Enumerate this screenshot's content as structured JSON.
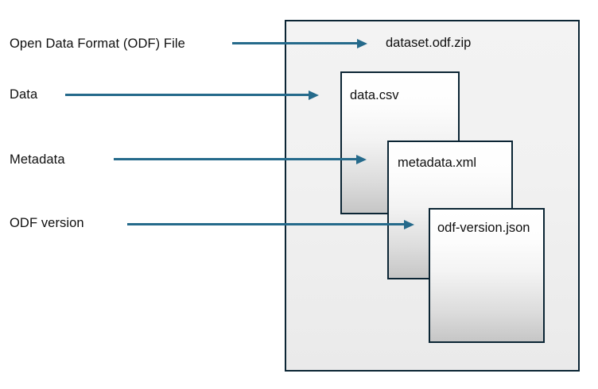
{
  "diagram": {
    "title_text": "Open Data Format (ODF) File",
    "background_color": "#ffffff",
    "arrow_color": "#256A8B",
    "box_border_color": "#0B2534",
    "label_color": "#101010",
    "side_labels": [
      {
        "id": "odf-file",
        "text": "Open Data Format (ODF) File"
      },
      {
        "id": "data",
        "text": "Data"
      },
      {
        "id": "metadata",
        "text": "Metadata"
      },
      {
        "id": "odf-version",
        "text": "ODF version"
      }
    ],
    "container": {
      "label": "dataset.odf.zip"
    },
    "files": [
      {
        "id": "data-csv",
        "label": "data.csv"
      },
      {
        "id": "metadata-xml",
        "label": "metadata.xml"
      },
      {
        "id": "odf-version-json",
        "label": "odf-version.json"
      }
    ],
    "arrows": [
      {
        "id": "arrow-odf-file",
        "points_to": "dataset.odf.zip"
      },
      {
        "id": "arrow-data",
        "points_to": "data.csv"
      },
      {
        "id": "arrow-metadata",
        "points_to": "metadata.xml"
      },
      {
        "id": "arrow-odf-version",
        "points_to": "odf-version.json"
      }
    ]
  }
}
